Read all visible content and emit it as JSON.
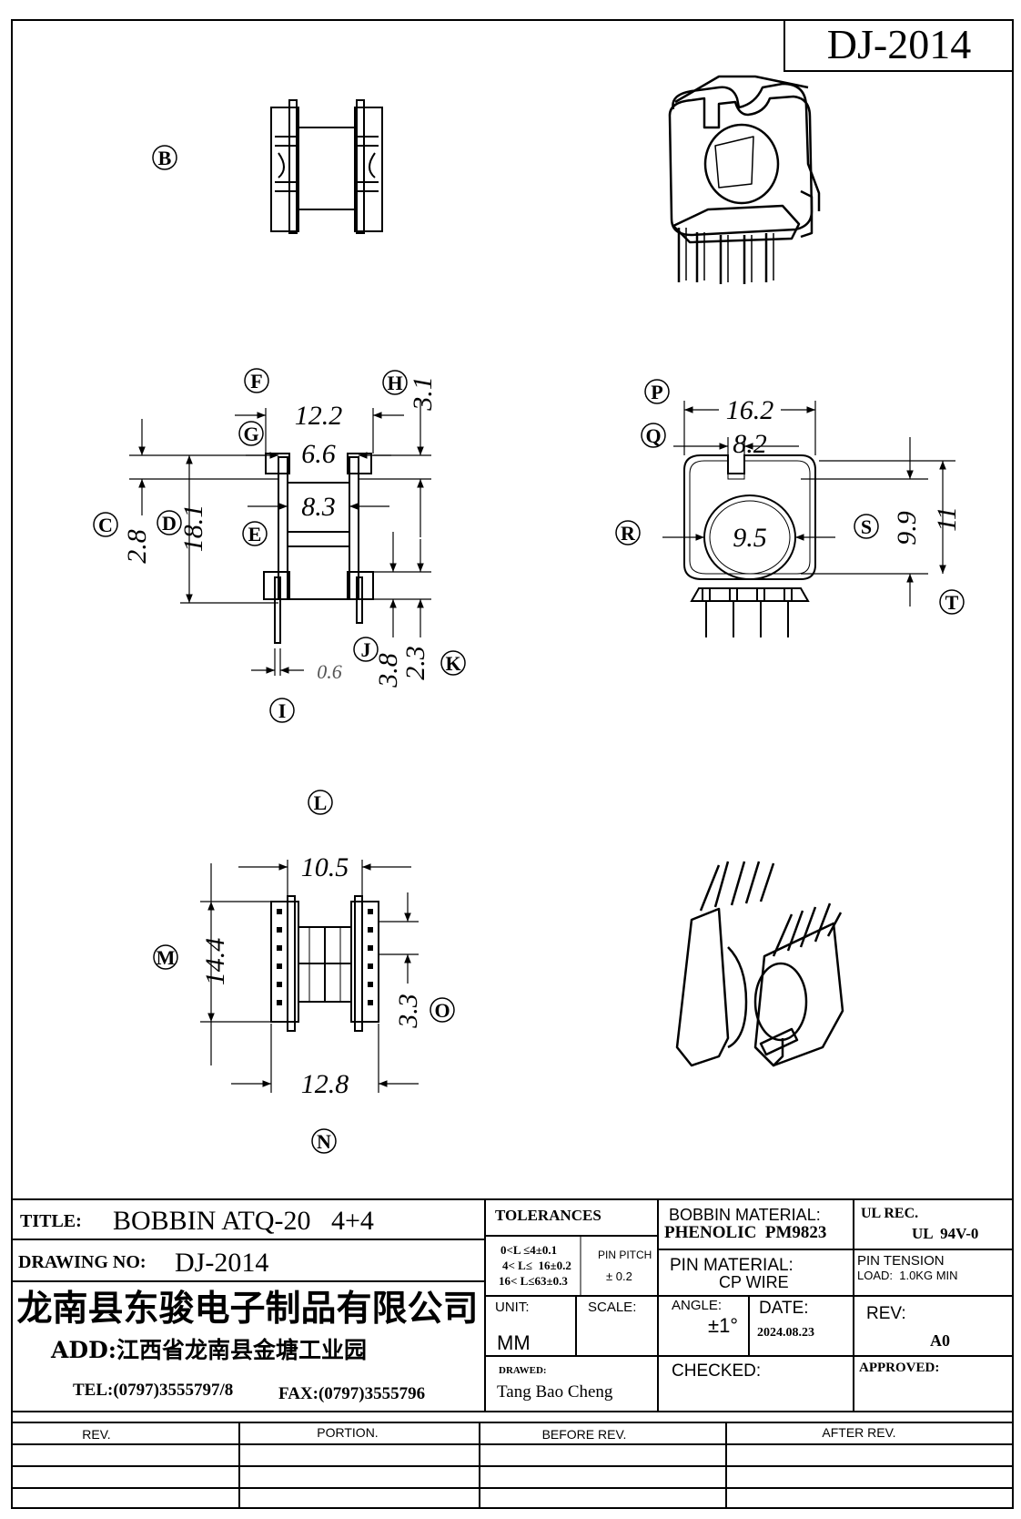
{
  "drawing_id": "DJ-2014",
  "views": {
    "top_left": {
      "label": "B"
    },
    "front": {
      "labels": {
        "f": "F",
        "g": "G",
        "h": "H",
        "c": "C",
        "d": "D",
        "e": "E",
        "j": "J",
        "k": "K",
        "i": "I",
        "l": "L"
      },
      "dims": {
        "w_outer": "12.2",
        "w_top": "6.6",
        "w_core": "8.3",
        "h_tab": "3.1",
        "h_left": "2.8",
        "h_total": "18.1",
        "h_pin": "3.8",
        "h_pin2": "2.3",
        "pin_w": "0.6"
      }
    },
    "side": {
      "labels": {
        "p": "P",
        "q": "Q",
        "r": "R",
        "s": "S",
        "t": "T"
      },
      "dims": {
        "w_total": "16.2",
        "w_slot": "8.2",
        "bore": "9.5",
        "h_inner": "9.9",
        "h_outer": "11"
      }
    },
    "bottom": {
      "labels": {
        "m": "M",
        "n": "N",
        "o": "O"
      },
      "dims": {
        "w_top": "10.5",
        "w_bottom": "12.8",
        "h_total": "14.4",
        "h_mid": "3.3"
      }
    }
  },
  "title_block": {
    "title_label": "TITLE:",
    "title_value": "BOBBIN ATQ-20   4+4",
    "drawing_no_label": "DRAWING NO:",
    "drawing_no_value": "DJ-2014",
    "company": "龙南县东骏电子制品有限公司",
    "address": "ADD:江西省龙南县金塘工业园",
    "tel": "TEL:(0797)3555797/8",
    "fax": "FAX:(0797)3555796",
    "tolerances_label": "TOLERANCES",
    "tol_line1": "0<L ≤4±0.1",
    "tol_line2": "4< L≤  16±0.2",
    "tol_line3": "16< L≤63±0.3",
    "pin_pitch_label": "PIN PITCH",
    "pin_pitch_value": "± 0.2",
    "unit_label": "UNIT:",
    "unit_value": "MM",
    "scale_label": "SCALE:",
    "drawer_label": "DRAWED:",
    "drawer_value": "Tang Bao Cheng",
    "bobbin_material_label": "BOBBIN MATERIAL:",
    "bobbin_material_value": "PHENOLIC  PM9823",
    "pin_material_label": "PIN MATERIAL:",
    "pin_material_value": "CP WIRE",
    "angle_label": "ANGLE:",
    "angle_value": "±1°",
    "date_label": "DATE:",
    "date_value": "2024.08.23",
    "checked_label": "CHECKED:",
    "ul_label": "UL REC.",
    "ul_value": "UL  94V-0",
    "pin_tension_label": "PIN TENSION",
    "pin_tension_load": "LOAD:  1.0KG MIN",
    "rev_label": "REV:",
    "rev_value": "A0",
    "approved_label": "APPROVED:"
  },
  "revision_table": {
    "headers": [
      "REV.",
      "PORTION.",
      "BEFORE REV.",
      "AFTER REV."
    ]
  }
}
